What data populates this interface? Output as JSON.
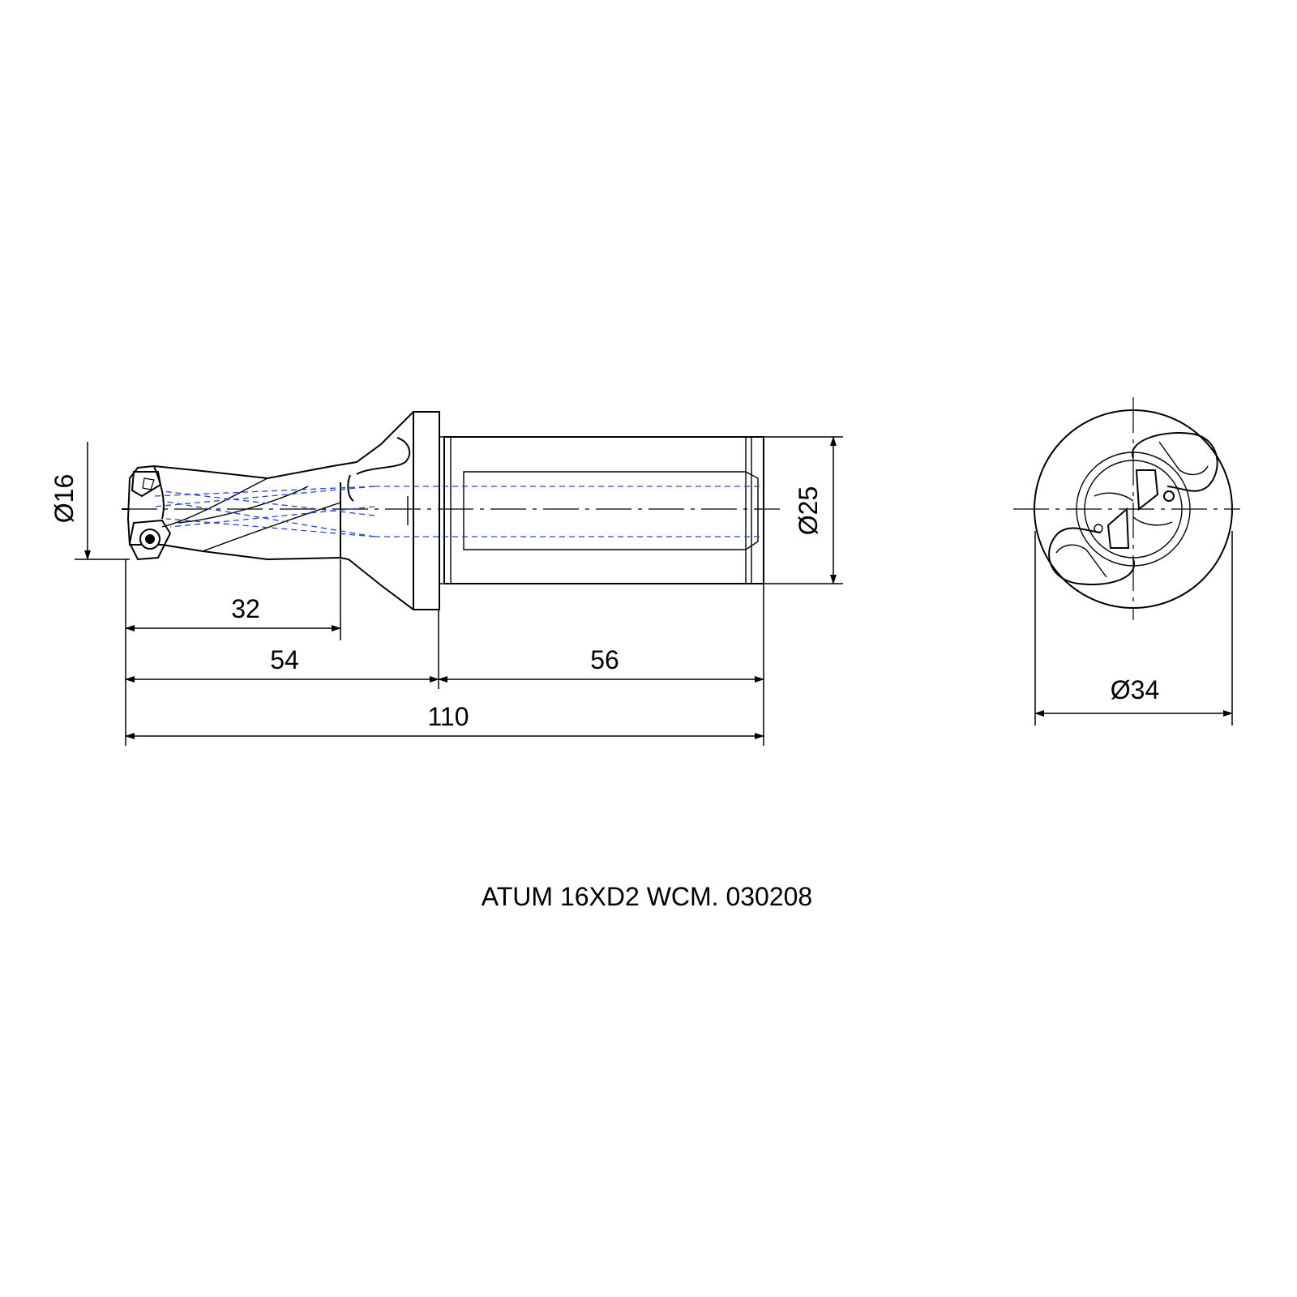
{
  "dimensions": {
    "length_32": "32",
    "length_54": "54",
    "length_56": "56",
    "length_110": "110",
    "diameter_16": "Ø16",
    "diameter_25": "Ø25",
    "diameter_34": "Ø34"
  },
  "caption": "ATUM 16XD2 WCM. 030208",
  "colors": {
    "outline": "#000000",
    "coolant_channels": "#2b45c6"
  }
}
